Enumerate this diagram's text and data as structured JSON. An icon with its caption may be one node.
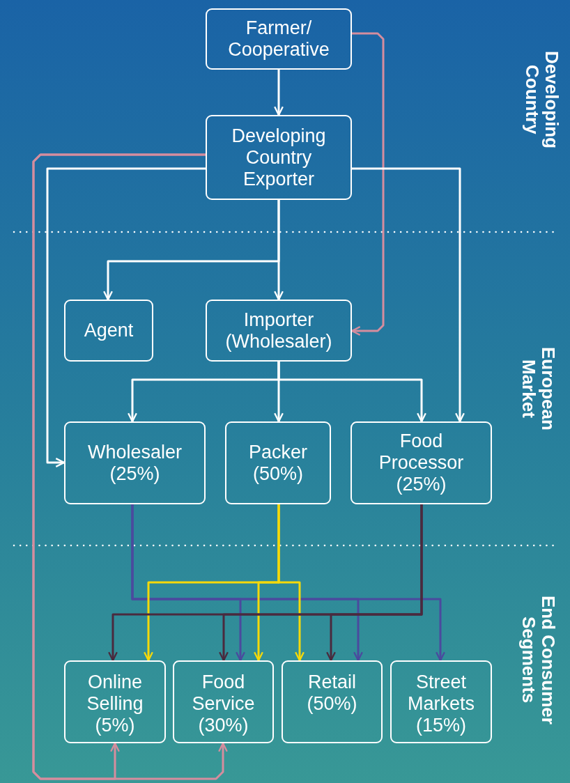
{
  "diagram": {
    "nodes": [
      {
        "text": [
          "Farmer/ Cooperative"
        ]
      },
      {
        "text": [
          "Developing Country Exporter"
        ]
      },
      {
        "text": [
          "Agent"
        ]
      },
      {
        "text": [
          "Importer (Wholesaler)"
        ]
      },
      {
        "text": [
          "Wholesaler (25%)"
        ]
      },
      {
        "text": [
          "Packer (50%)"
        ]
      },
      {
        "text": [
          "Food Processor (25%)"
        ]
      },
      {
        "text": [
          "Online Selling (5%)"
        ]
      },
      {
        "text": [
          "Food Service (30%)"
        ]
      },
      {
        "text": [
          "Retail (50%)"
        ]
      },
      {
        "text": [
          "Street Markets (15%)"
        ]
      }
    ],
    "edges": [
      {
        "from": 0,
        "to": 1,
        "arrow": "to",
        "color": "#ffffff"
      },
      {
        "from": 0,
        "to": 3,
        "arrow": "to",
        "color": "#d58d9e"
      },
      {
        "from": 1,
        "to": 2,
        "arrow": "to",
        "color": "#ffffff"
      },
      {
        "from": 1,
        "to": 3,
        "arrow": "to",
        "color": "#ffffff"
      },
      {
        "from": 1,
        "to": 4,
        "arrow": "to",
        "color": "#ffffff"
      },
      {
        "from": 1,
        "to": 6,
        "arrow": "to",
        "color": "#ffffff"
      },
      {
        "from": 1,
        "to": 7,
        "arrow": "to",
        "color": "#d58d9e"
      },
      {
        "from": 1,
        "to": 8,
        "arrow": "to",
        "color": "#d58d9e"
      },
      {
        "from": 3,
        "to": 4,
        "arrow": "to",
        "color": "#ffffff"
      },
      {
        "from": 3,
        "to": 5,
        "arrow": "to",
        "color": "#ffffff"
      },
      {
        "from": 3,
        "to": 6,
        "arrow": "to",
        "color": "#ffffff"
      },
      {
        "from": 4,
        "to": 8,
        "arrow": "to",
        "color": "#4b4a9e"
      },
      {
        "from": 4,
        "to": 9,
        "arrow": "to",
        "color": "#4b4a9e"
      },
      {
        "from": 4,
        "to": 10,
        "arrow": "to",
        "color": "#4b4a9e"
      },
      {
        "from": 5,
        "to": 7,
        "arrow": "to",
        "color": "#f5d90a"
      },
      {
        "from": 5,
        "to": 8,
        "arrow": "to",
        "color": "#f5d90a"
      },
      {
        "from": 5,
        "to": 9,
        "arrow": "to",
        "color": "#f5d90a"
      },
      {
        "from": 6,
        "to": 7,
        "arrow": "to",
        "color": "#4a2a3e"
      },
      {
        "from": 6,
        "to": 8,
        "arrow": "to",
        "color": "#4a2a3e"
      },
      {
        "from": 6,
        "to": 9,
        "arrow": "to",
        "color": "#4a2a3e"
      }
    ],
    "labels": [
      "Developing Country",
      "European Market",
      "End Consumer Segments"
    ]
  }
}
